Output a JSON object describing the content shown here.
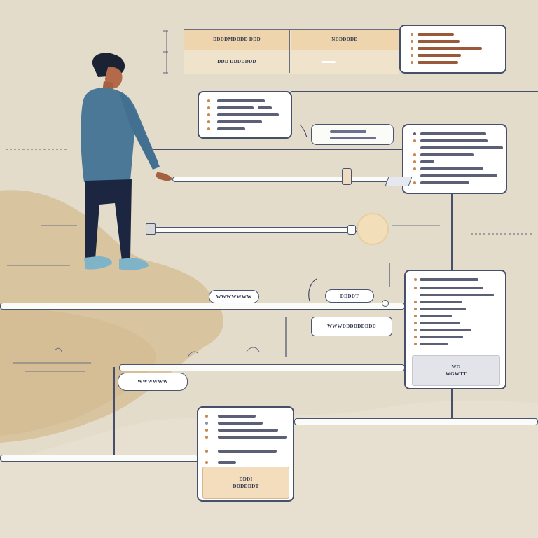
{
  "colors": {
    "background": "#e4dccb",
    "sand": "#d9c4a0",
    "shirt": "#4c7898",
    "pants": "#1c2640",
    "card_border": "#47506b",
    "text_line": "#5b6076",
    "accent_line": "#9a5a3a",
    "bullet": "#c7874f",
    "peach_panel": "#f4ddbd",
    "grey_panel": "#e2e4ea"
  },
  "top_table": {
    "cell_1_header": "DDDDMDDDD DDD",
    "cell_1_body": "DDD DDDDDDD",
    "cell_2_header": "NDDDDDD"
  },
  "pills": {
    "pill_left": "WWWWWWW",
    "pill_mid": "DDDDT",
    "pill_wide": "WWWDDDDDDDDD",
    "pill_lower": "WWWWWW"
  },
  "right_card": {
    "box_line_1": "WG",
    "box_line_2": "WGWTT"
  },
  "bottom_card": {
    "box_line_1": "DDDI",
    "box_line_2": "DDDDDDT"
  },
  "icons": [
    "person-figure",
    "bullet-list-icon",
    "slider-handle-icon"
  ]
}
